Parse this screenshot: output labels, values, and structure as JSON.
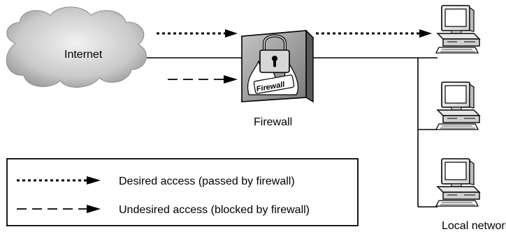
{
  "diagram": {
    "internet_label": "Internet",
    "firewall_badge": "Firewall",
    "firewall_caption": "Firewall",
    "network_label": "Local network"
  },
  "legend": {
    "desired_label": "Desired access (passed by firewall)",
    "undesired_label": "Undesired access (blocked by firewall)"
  },
  "icons": {
    "cloud": "cloud-icon",
    "firewall": "firewall-lock-icon",
    "computer": "desktop-computer-icon"
  }
}
